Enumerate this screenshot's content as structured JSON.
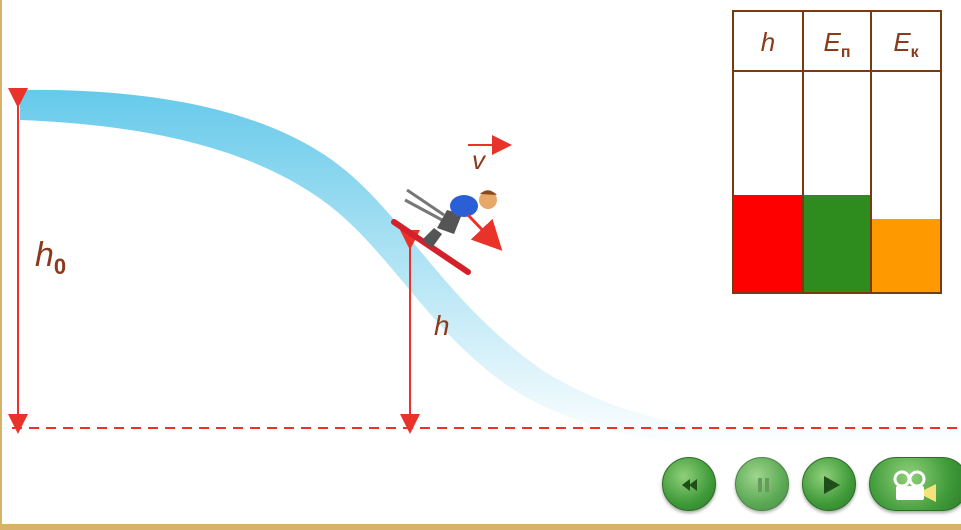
{
  "labels": {
    "initial_height": "h",
    "initial_height_sub": "0",
    "current_height": "h",
    "velocity": "v"
  },
  "energy_table": {
    "columns": [
      {
        "symbol": "h",
        "sub": "",
        "level": 0.44,
        "color": "#ff0000"
      },
      {
        "symbol": "E",
        "sub": "п",
        "level": 0.44,
        "color": "#2e8b1e"
      },
      {
        "symbol": "E",
        "sub": "к",
        "level": 0.33,
        "color": "#ff9900"
      }
    ]
  },
  "controls": {
    "rewind_icon": "rewind-icon",
    "pause_icon": "pause-icon",
    "play_icon": "play-icon",
    "camera_icon": "camera-icon"
  },
  "colors": {
    "slope": "#7fd3ec",
    "arrow": "#e8322a",
    "text": "#8b3a1a",
    "frame": "#d9b26a"
  }
}
